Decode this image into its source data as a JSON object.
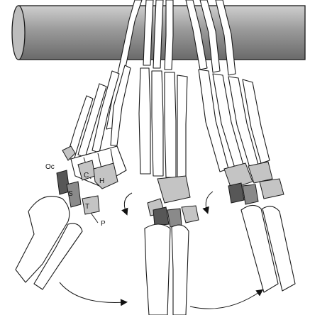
{
  "labels": {
    "oc": "Oc",
    "c": "C",
    "h": "H",
    "t": "T",
    "s": "S",
    "p": "P"
  },
  "colors": {
    "bar_fill": "#9a9a9a",
    "bone_fill": "#ffffff",
    "carpal_light": "#c4c4c4",
    "carpal_mid": "#8a8a8a",
    "carpal_dark": "#575757",
    "ink": "#1a1a1a"
  },
  "icons": [
    "curved-arrow-icon",
    "rotation-arrow-icon"
  ]
}
